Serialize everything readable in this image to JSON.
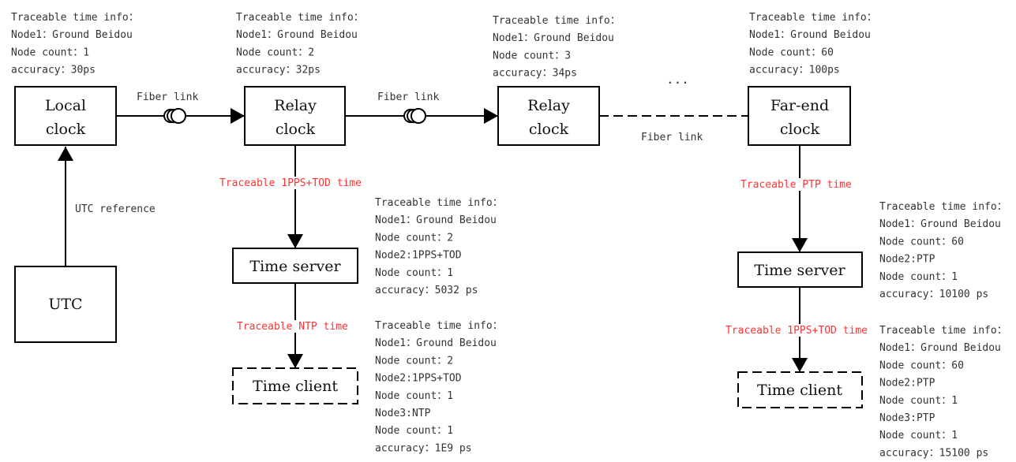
{
  "nodes": {
    "local_clock": [
      "Local",
      "clock"
    ],
    "relay_clock_1": [
      "Relay",
      "clock"
    ],
    "relay_clock_2": [
      "Relay",
      "clock"
    ],
    "far_end_clock": [
      "Far-end",
      "clock"
    ],
    "utc": "UTC",
    "time_server_1": "Time server",
    "time_client_1": "Time client",
    "time_server_2": "Time server",
    "time_client_2": "Time client"
  },
  "links": {
    "fiber_1": "Fiber link",
    "fiber_2": "Fiber link",
    "fiber_3": "Fiber link",
    "ellipsis": "...",
    "utc_reference": "UTC reference",
    "relay_to_server": "Traceable 1PPS+TOD time",
    "server_to_client_1": "Traceable NTP time",
    "farend_to_server": "Traceable PTP time",
    "server_to_client_2": "Traceable 1PPS+TOD time"
  },
  "info_blocks": {
    "local": [
      "Traceable time info：",
      "Node1：Ground Beidou",
      "Node count：1",
      "accuracy：30ps"
    ],
    "relay1": [
      "Traceable time info：",
      "Node1：Ground Beidou",
      "Node count：2",
      "accuracy：32ps"
    ],
    "relay2": [
      "Traceable time info：",
      "Node1：Ground Beidou",
      "Node count：3",
      "accuracy：34ps"
    ],
    "farend": [
      "Traceable time info：",
      "Node1：Ground Beidou",
      "Node count：60",
      "accuracy：100ps"
    ],
    "server1": [
      "Traceable time info：",
      "Node1：Ground Beidou",
      "Node count：2",
      "Node2:1PPS+TOD",
      "Node count：1",
      "accuracy：5032 ps"
    ],
    "client1": [
      "Traceable time info：",
      "Node1：Ground Beidou",
      "Node count：2",
      "Node2:1PPS+TOD",
      "Node count：1",
      "Node3:NTP",
      "Node count：1",
      "accuracy：1E9 ps"
    ],
    "server2": [
      "Traceable time info：",
      "Node1：Ground Beidou",
      "Node count：60",
      "Node2:PTP",
      "Node count：1",
      "accuracy：10100 ps"
    ],
    "client2": [
      "Traceable time info：",
      "Node1：Ground Beidou",
      "Node count：60",
      "Node2:PTP",
      "Node count：1",
      "Node3:PTP",
      "Node count：1",
      "accuracy：15100 ps"
    ]
  },
  "colors": {
    "line": "#000000",
    "highlight_label": "#ff3333",
    "info_text": "#333333"
  }
}
